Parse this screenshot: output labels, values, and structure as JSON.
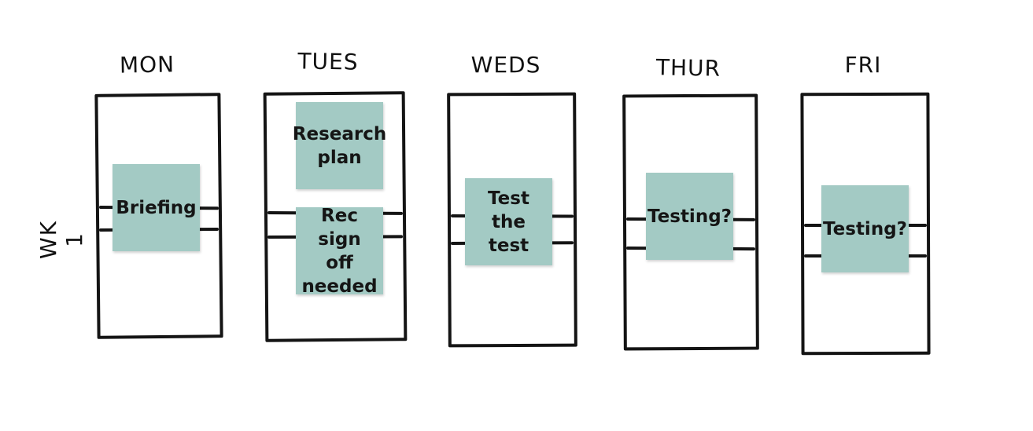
{
  "week_label": "WK 1",
  "days": [
    {
      "label": "MON",
      "notes": [
        "Briefing"
      ]
    },
    {
      "label": "TUES",
      "notes": [
        "Research\nplan",
        "Rec sign\noff\nneeded"
      ]
    },
    {
      "label": "WEDS",
      "notes": [
        "Test the\ntest"
      ]
    },
    {
      "label": "THUR",
      "notes": [
        "Testing?"
      ]
    },
    {
      "label": "FRI",
      "notes": [
        "Testing?"
      ]
    }
  ],
  "colors": {
    "sticky": "#a3cac4",
    "ink": "#141414"
  }
}
